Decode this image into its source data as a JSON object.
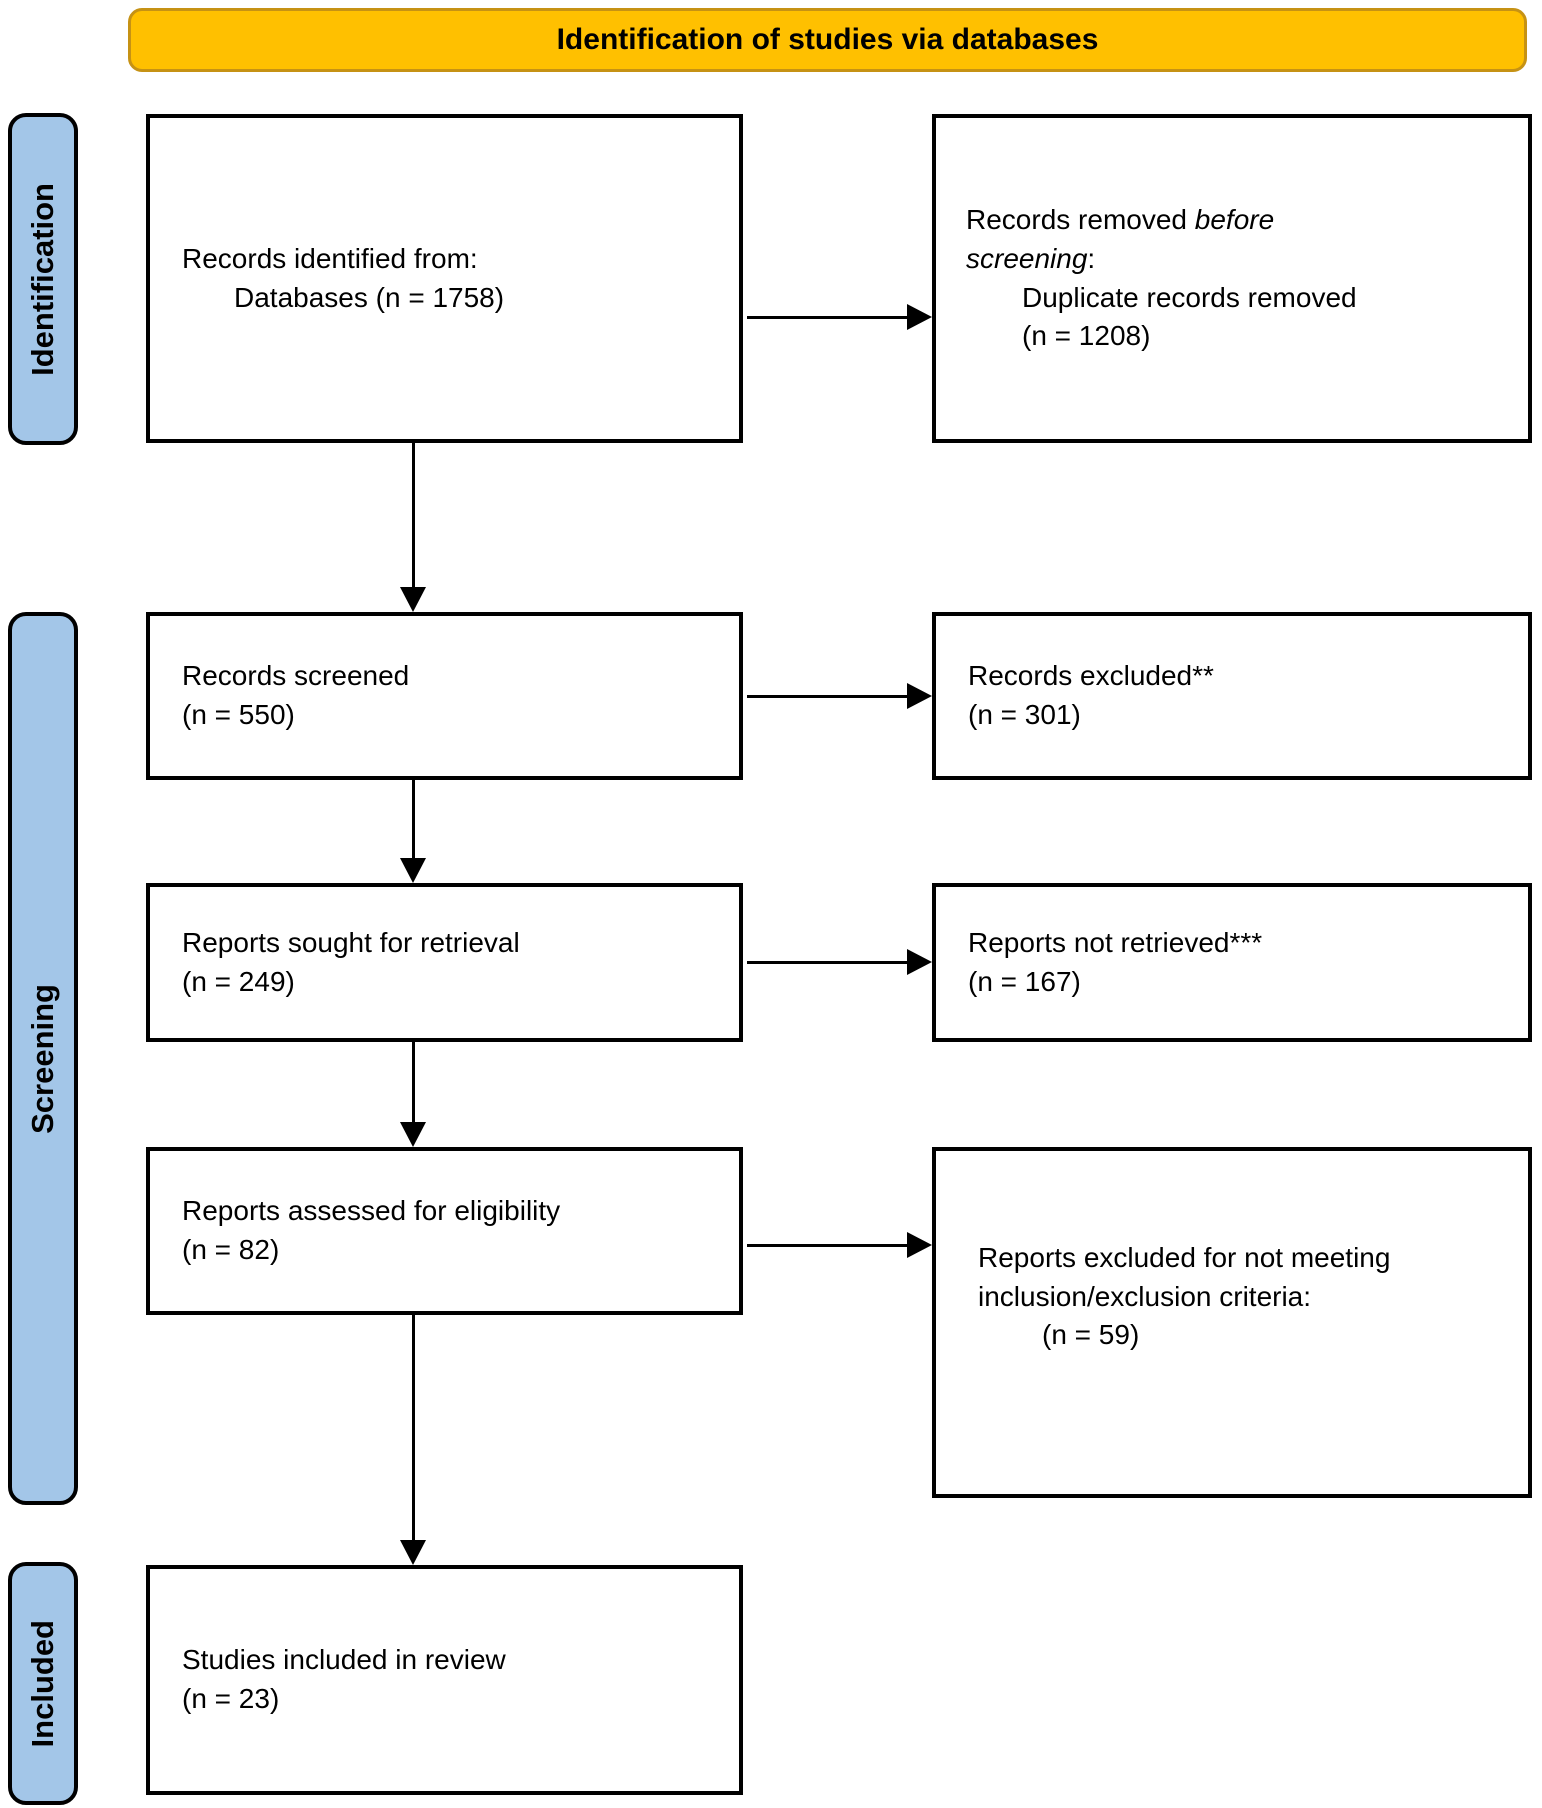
{
  "header": {
    "title": "Identification of studies via databases"
  },
  "sidebar": [
    {
      "label": "Identification"
    },
    {
      "label": "Screening"
    },
    {
      "label": "Included"
    }
  ],
  "boxes": {
    "identified": {
      "line1": "Records identified from:",
      "line2": "Databases (n = 1758)"
    },
    "removed": {
      "line1_pre": "Records removed ",
      "line1_italic": "before",
      "line2_italic": "screening",
      "line2_colon": ":",
      "line3": "Duplicate records removed",
      "line4": "(n = 1208)"
    },
    "screened": {
      "line1": "Records screened",
      "line2": "(n = 550)"
    },
    "excluded": {
      "line1": "Records excluded**",
      "line2": "(n = 301)"
    },
    "sought": {
      "line1": "Reports sought for retrieval",
      "line2": "(n = 249)"
    },
    "not_retrieved": {
      "line1": "Reports not retrieved***",
      "line2": "(n = 167)"
    },
    "assessed": {
      "line1": "Reports assessed for eligibility",
      "line2": "(n = 82)"
    },
    "excluded_criteria": {
      "line1": "Reports excluded for not meeting",
      "line2": "inclusion/exclusion criteria:",
      "line3": "(n = 59)"
    },
    "included": {
      "line1": "Studies included in review",
      "line2": "(n = 23)"
    }
  },
  "colors": {
    "banner_fill": "#FFC000",
    "banner_border": "#C69214",
    "stage_fill": "#A3C6E8",
    "box_stroke": "#000000",
    "box_fill": "#FFFFFF"
  }
}
